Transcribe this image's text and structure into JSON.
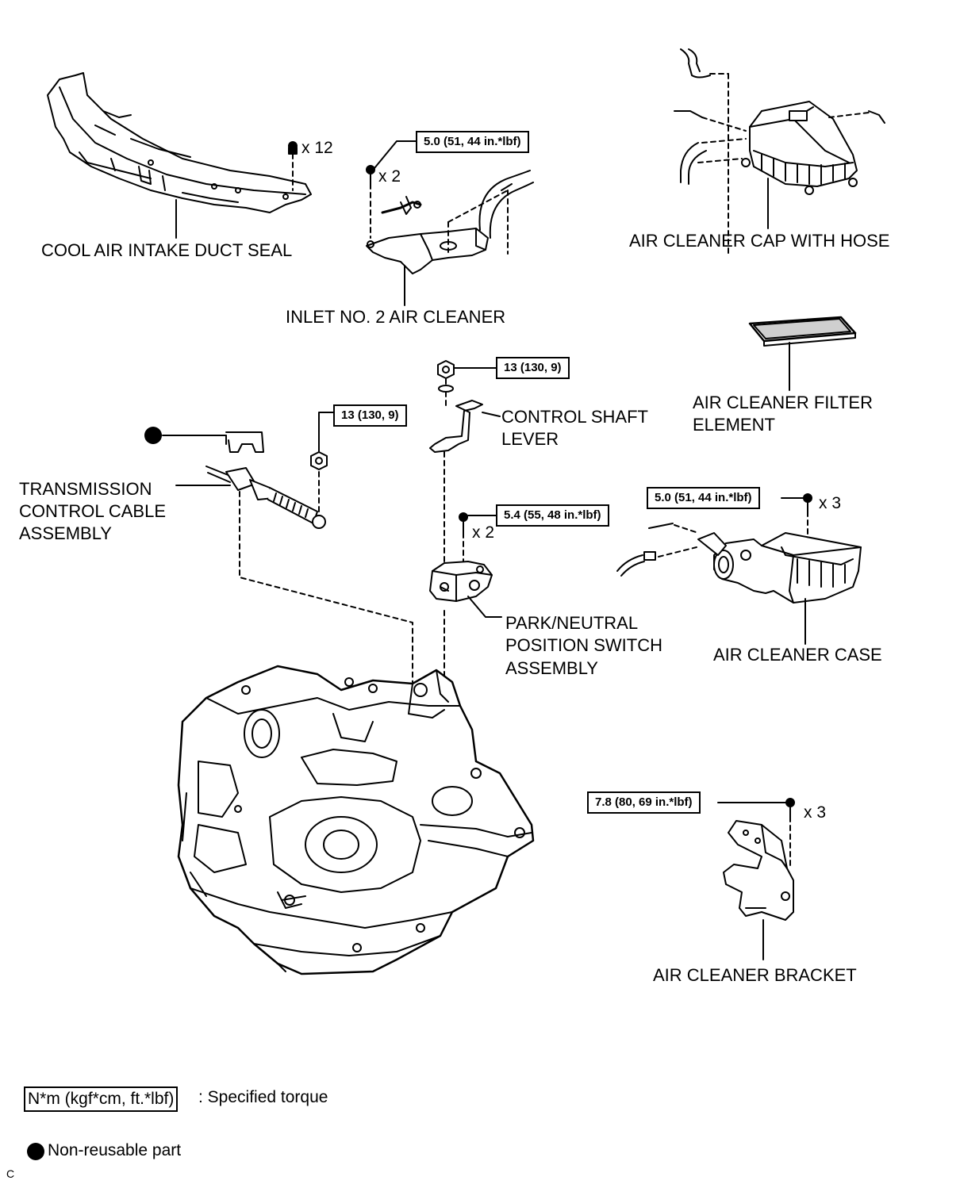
{
  "parts": {
    "cool_air_intake_duct_seal": "COOL AIR INTAKE DUCT SEAL",
    "inlet_no2_air_cleaner": "INLET NO. 2 AIR CLEANER",
    "air_cleaner_cap_with_hose": "AIR CLEANER CAP WITH HOSE",
    "air_cleaner_filter_element_1": "AIR CLEANER FILTER",
    "air_cleaner_filter_element_2": "ELEMENT",
    "control_shaft_lever_1": "CONTROL SHAFT",
    "control_shaft_lever_2": "LEVER",
    "transmission_cable_1": "TRANSMISSION",
    "transmission_cable_2": "CONTROL CABLE",
    "transmission_cable_3": "ASSEMBLY",
    "park_neutral_1": "PARK/NEUTRAL",
    "park_neutral_2": "POSITION SWITCH",
    "park_neutral_3": "ASSEMBLY",
    "air_cleaner_case": "AIR CLEANER CASE",
    "air_cleaner_bracket": "AIR CLEANER BRACKET"
  },
  "torques": {
    "inlet_bolt": "5.0 (51, 44 in.*lbf)",
    "lever_nut": "13 (130, 9)",
    "cable_nut": "13 (130, 9)",
    "switch_bolt": "5.4 (55, 48 in.*lbf)",
    "case_bolt": "5.0 (51, 44 in.*lbf)",
    "bracket_bolt": "7.8 (80, 69 in.*lbf)"
  },
  "quantities": {
    "duct_seal_clips": "x 12",
    "inlet_bolts": "x 2",
    "switch_bolts": "x 2",
    "case_bolts": "x 3",
    "bracket_bolts": "x 3"
  },
  "legend": {
    "torque_unit": "N*m (kgf*cm, ft.*lbf)",
    "torque_desc": ": Specified torque",
    "nonreusable_desc": "Non-reusable part"
  },
  "corner_mark": "C"
}
